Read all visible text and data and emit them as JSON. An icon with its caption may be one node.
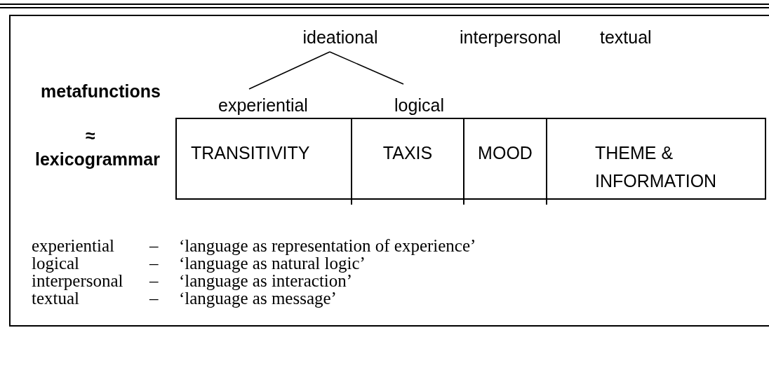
{
  "diagram": {
    "nodes": [
      {
        "text": [
          "ideational"
        ]
      },
      {
        "text": [
          "experiential"
        ]
      },
      {
        "text": [
          "logical"
        ]
      },
      {
        "text": [
          "TRANSITIVITY"
        ]
      },
      {
        "text": [
          "TAXIS"
        ]
      },
      {
        "text": [
          "MOOD"
        ]
      },
      {
        "text": [
          "THEME & INFORMATION"
        ]
      }
    ],
    "edges": [
      {
        "from": 0,
        "to": 1,
        "arrow": "none"
      },
      {
        "from": 0,
        "to": 2,
        "arrow": "none"
      }
    ],
    "labels": [
      "interpersonal",
      "textual",
      "metafunctions",
      "≈",
      "lexicogrammar",
      "experiential",
      "–",
      "‘language as representation of experience’",
      "logical",
      "–",
      "‘language as natural logic’",
      "interpersonal",
      "–",
      "‘language as interaction’",
      "textual",
      "–",
      "‘language as message’"
    ]
  }
}
